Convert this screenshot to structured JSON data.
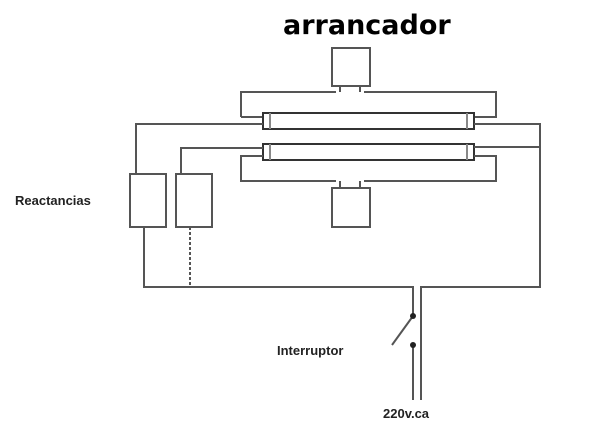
{
  "title": "arrancador",
  "labels": {
    "reactancias": "Reactancias",
    "interruptor": "Interruptor",
    "voltage": "220v.ca"
  },
  "colors": {
    "line": "#555555",
    "text": "#222222"
  }
}
